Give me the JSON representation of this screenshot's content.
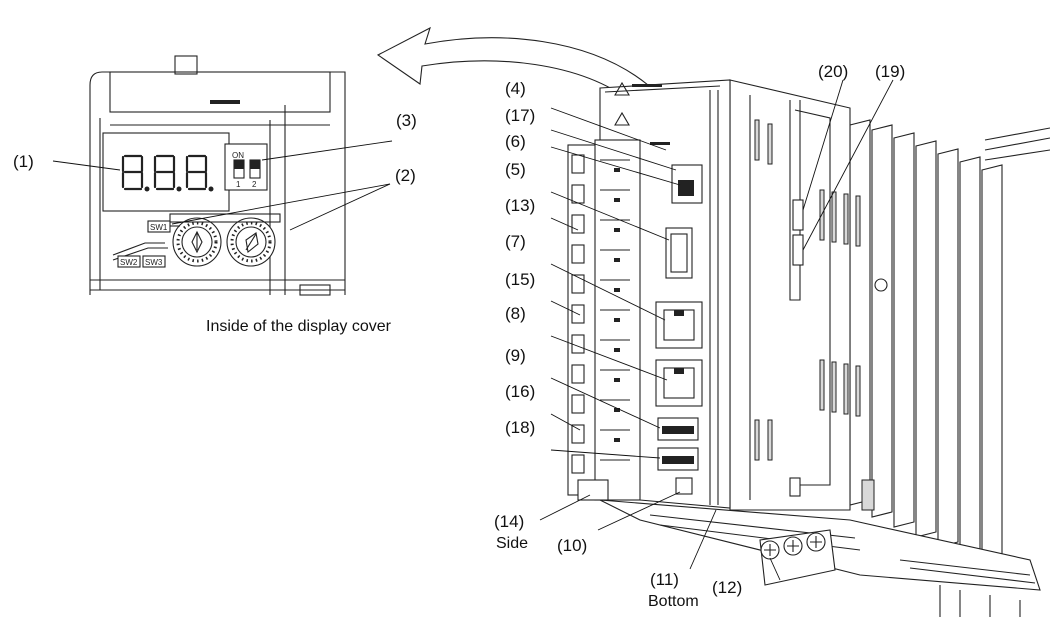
{
  "labels": {
    "l1": "(1)",
    "l2": "(2)",
    "l3": "(3)",
    "l4": "(4)",
    "l5": "(5)",
    "l6": "(6)",
    "l7": "(7)",
    "l8": "(8)",
    "l9": "(9)",
    "l10": "(10)",
    "l11": "(11)",
    "l12": "(12)",
    "l13": "(13)",
    "l14": "(14)",
    "l15": "(15)",
    "l16": "(16)",
    "l17": "(17)",
    "l18": "(18)",
    "l19": "(19)",
    "l20": "(20)"
  },
  "captions": {
    "inside_cover": "Inside of the display cover",
    "side": "Side",
    "bottom": "Bottom"
  },
  "panel_marks": {
    "sw1": "SW1",
    "sw2": "SW2",
    "sw3": "SW3",
    "dip_on": "ON",
    "dip_1": "1",
    "dip_2": "2"
  }
}
